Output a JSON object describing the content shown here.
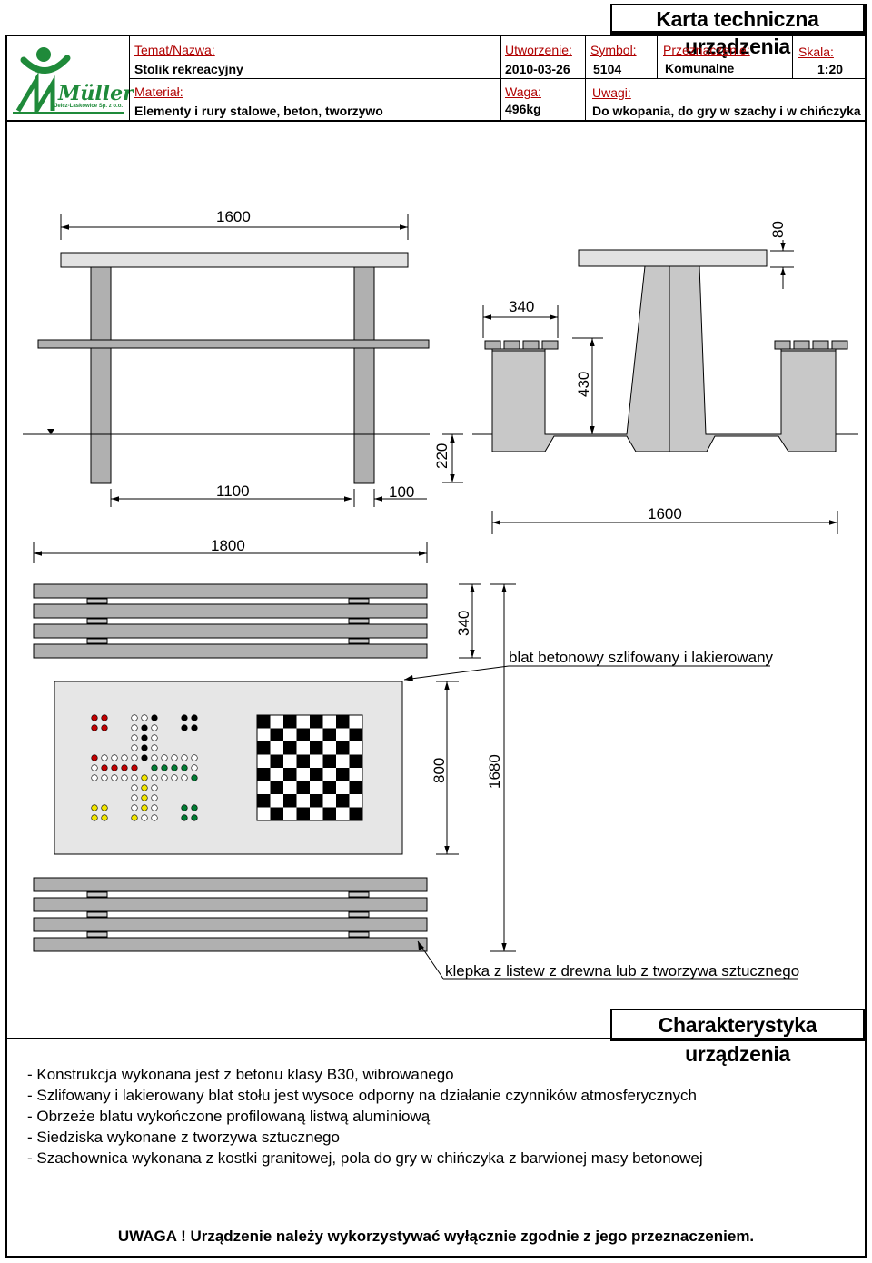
{
  "header": {
    "title": "Karta techniczna urządzenia",
    "logo_text": "Müller",
    "logo_sub": "Jelcz-Laskowice Sp. z o.o.",
    "fields": {
      "name_label": "Temat/Nazwa:",
      "name_value": "Stolik rekreacyjny",
      "created_label": "Utworzenie:",
      "created_value": "2010-03-26",
      "symbol_label": "Symbol:",
      "symbol_value": "5104",
      "purpose_label": "Przeznaczenie:",
      "purpose_value": "Komunalne",
      "scale_label": "Skala:",
      "scale_value": "1:20",
      "material_label": "Materiał:",
      "material_value": "Elementy i rury stalowe, beton, tworzywo",
      "weight_label": "Waga:",
      "weight_value": "496kg",
      "notes_label": "Uwagi:",
      "notes_value": "Do wkopania, do gry w szachy i w chińczyka"
    }
  },
  "drawing": {
    "dims": {
      "top_width": "1600",
      "top_thickness": "80",
      "seat_width": "340",
      "seat_height": "430",
      "bury_depth": "220",
      "leg_span": "1100",
      "leg_width": "100",
      "total_length": "1800",
      "side_width": "1600",
      "bench_depth": "340",
      "table_depth": "800",
      "total_depth": "1680"
    },
    "notes": {
      "top_note": "blat betonowy szlifowany i lakierowany",
      "bench_note": "klepka z listew z drewna lub z tworzywa sztucznego"
    },
    "colors": {
      "concrete": "#c8c8c8",
      "bench": "#b0b0b0",
      "top": "#e2e2e2",
      "red": "#c00000",
      "green": "#007a33",
      "yellow": "#f2e600",
      "black": "#000000"
    }
  },
  "characteristics": {
    "title": "Charakterystyka urządzenia",
    "lines": [
      "- Konstrukcja wykonana jest z betonu klasy B30, wibrowanego",
      "- Szlifowany i lakierowany blat stołu jest wysoce odporny na działanie czynników atmosferycznych",
      "- Obrzeże blatu wykończone profilowaną listwą aluminiową",
      "- Siedziska wykonane z tworzywa sztucznego",
      "- Szachownica wykonana z kostki granitowej, pola do gry w chińczyka z barwionej masy betonowej"
    ]
  },
  "warning": "UWAGA ! Urządzenie należy wykorzystywać wyłącznie zgodnie z jego przeznaczeniem."
}
